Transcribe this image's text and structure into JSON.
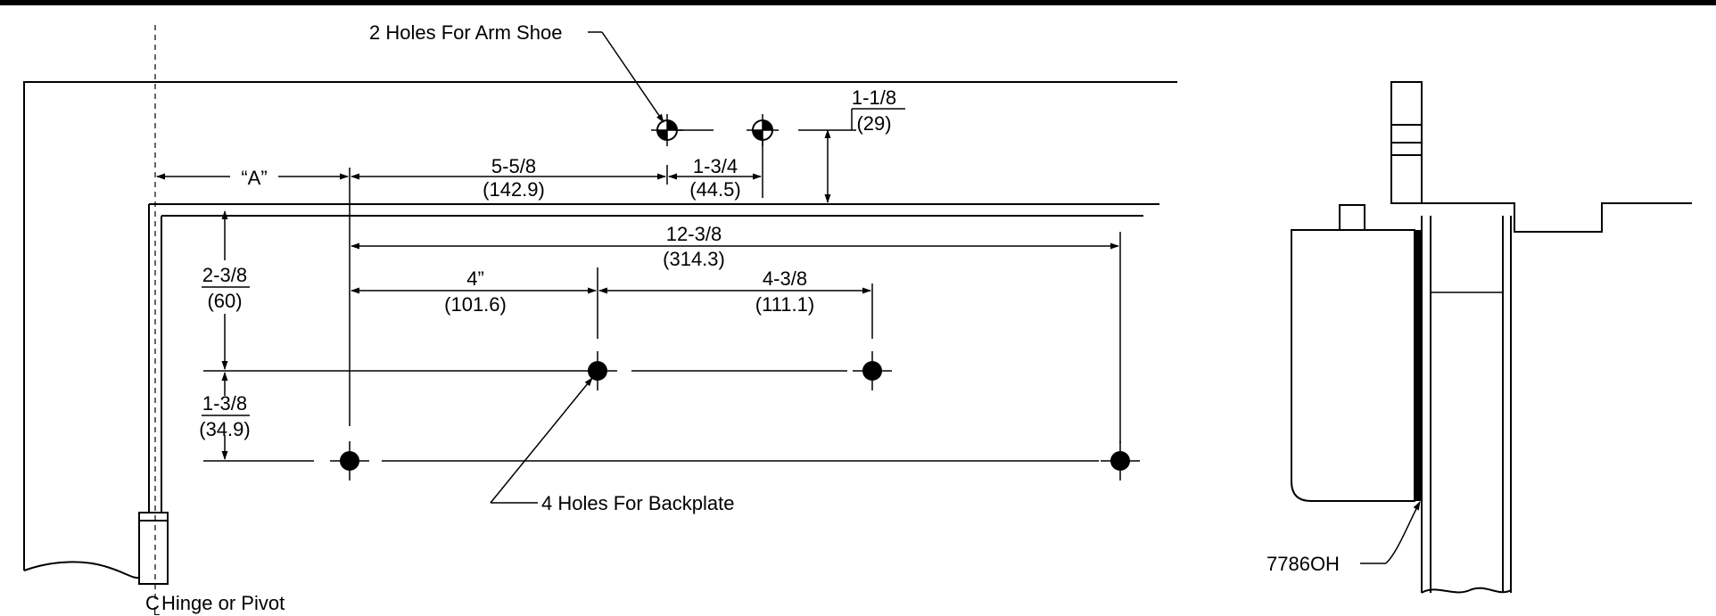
{
  "labels": {
    "arm_shoe_holes": "2 Holes For Arm Shoe",
    "backplate_holes": "4 Holes For Backplate",
    "hinge_or_pivot": "Hinge or Pivot",
    "centerline_symbol": "C",
    "centerline_sub": "L",
    "part_number": "7786OH"
  },
  "dimensions": {
    "a": "“A”",
    "top_right_in": "1-1/8",
    "top_right_mm": "(29)",
    "mid_in": "5-5/8",
    "mid_mm": "(142.9)",
    "shoe_in": "1-3/4",
    "shoe_mm": "(44.5)",
    "overall_in": "12-3/8",
    "overall_mm": "(314.3)",
    "left_in": "4”",
    "left_mm": "(101.6)",
    "right_in": "4-3/8",
    "right_mm": "(111.1)",
    "vert_upper_in": "2-3/8",
    "vert_upper_mm": "(60)",
    "vert_lower_in": "1-3/8",
    "vert_lower_mm": "(34.9)"
  }
}
